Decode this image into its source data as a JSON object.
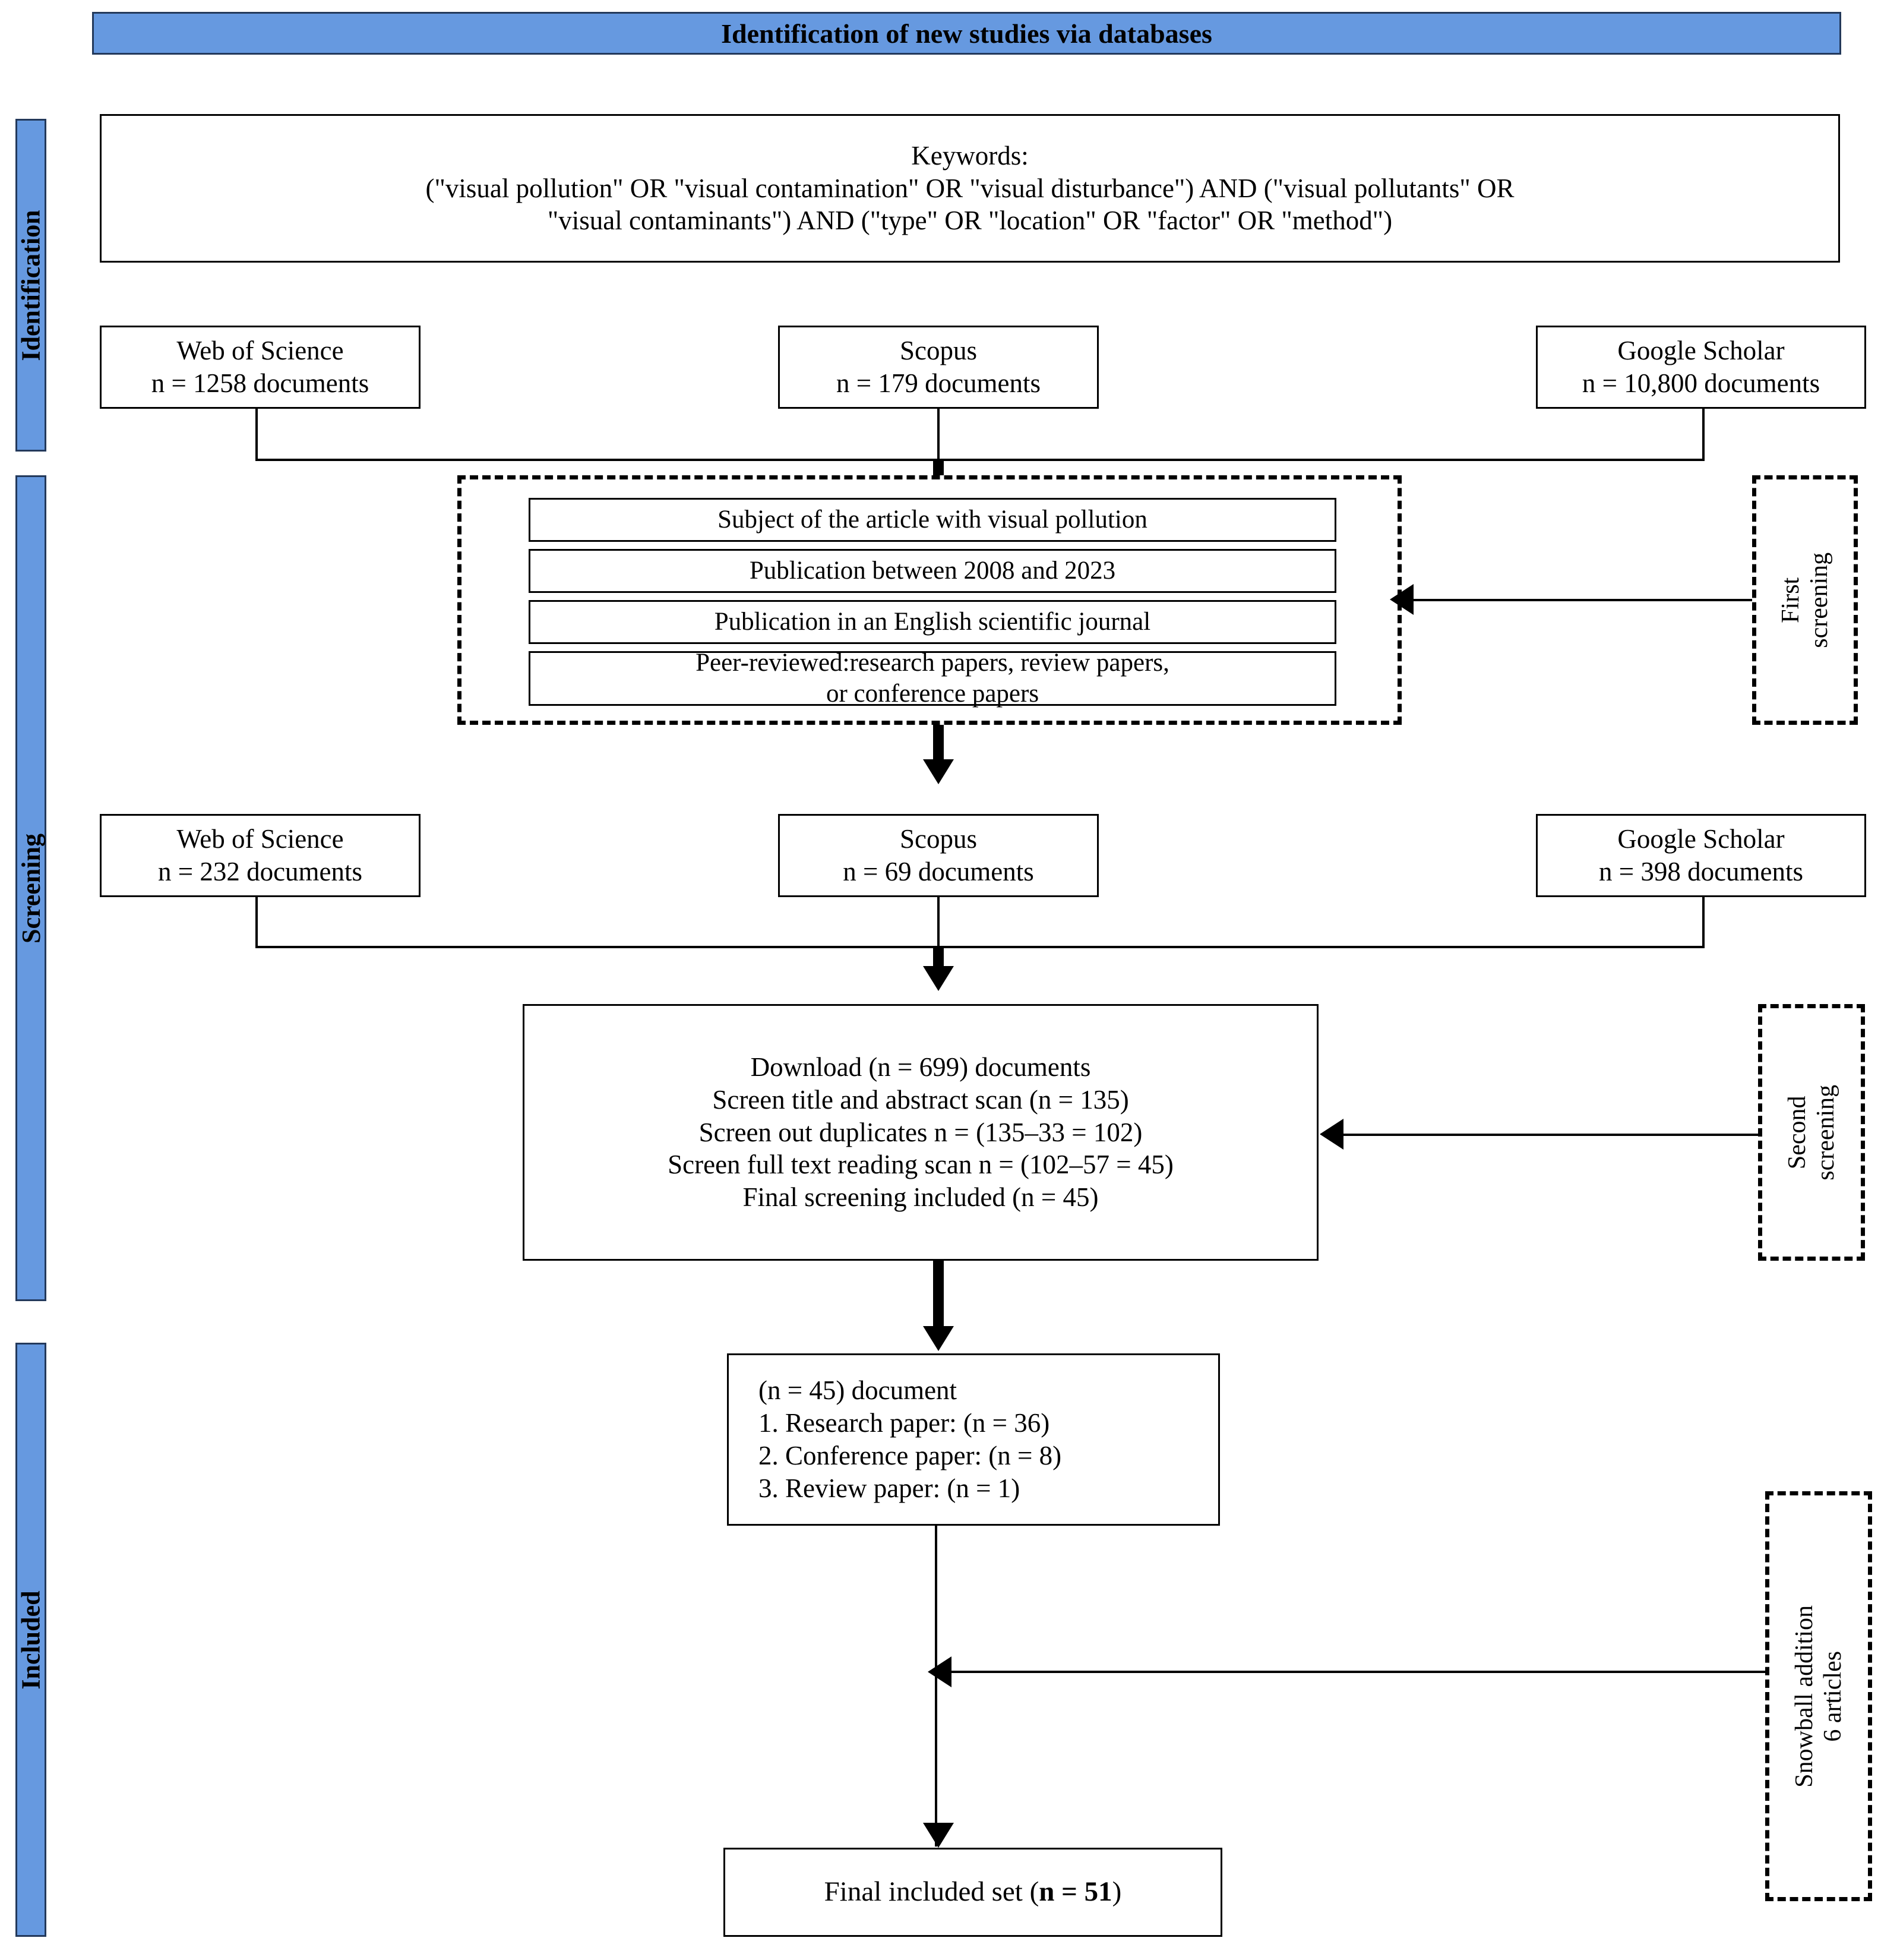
{
  "header": {
    "title": "Identification of new studies via databases",
    "bar_color": "#6699E0",
    "border_color": "#23395B"
  },
  "stages": [
    {
      "id": "identification",
      "label": "Identification"
    },
    {
      "id": "screening",
      "label": "Screening"
    },
    {
      "id": "included",
      "label": "Included"
    }
  ],
  "keywords_box": {
    "title": "Keywords:",
    "line1": "(\"visual pollution\" OR \"visual contamination\" OR \"visual disturbance\") AND (\"visual pollutants\" OR",
    "line2": "\"visual contaminants\") AND (\"type\" OR \"location\" OR \"factor\" OR \"method\")"
  },
  "identification_sources": [
    {
      "name": "Web of Science",
      "count": "n = 1258 documents"
    },
    {
      "name": "Scopus",
      "count": "n = 179 documents"
    },
    {
      "name": "Google Scholar",
      "count": "n = 10,800 documents"
    }
  ],
  "first_screening": {
    "label_line1": "First",
    "label_line2": "screening",
    "criteria": [
      {
        "text": "Subject of the article with visual pollution"
      },
      {
        "text": "Publication between 2008 and 2023"
      },
      {
        "text": "Publication in an English scientific journal"
      },
      {
        "text_line1": "Peer-reviewed:research papers, review papers,",
        "text_line2": "or conference papers"
      }
    ]
  },
  "screening_sources": [
    {
      "name": "Web of Science",
      "count": "n = 232 documents"
    },
    {
      "name": "Scopus",
      "count": "n = 69 documents"
    },
    {
      "name": "Google Scholar",
      "count": "n = 398 documents"
    }
  ],
  "second_screening": {
    "label_line1": "Second",
    "label_line2": "screening",
    "steps": [
      "Download (n = 699) documents",
      "Screen title and abstract scan (n = 135)",
      "Screen out duplicates n = (135–33 = 102)",
      "Screen full text reading scan n = (102–57 = 45)",
      "Final screening included (n = 45)"
    ]
  },
  "document_types_box": {
    "total": "(n = 45) document",
    "items": [
      "1. Research paper: (n = 36)",
      "2. Conference paper: (n = 8)",
      "3. Review paper: (n = 1)"
    ]
  },
  "snowball": {
    "label_line1": "Snowball addition",
    "label_line2": "6 articles"
  },
  "final_box": {
    "prefix": "Final included set (",
    "value": "n = 51",
    "suffix": ")"
  }
}
